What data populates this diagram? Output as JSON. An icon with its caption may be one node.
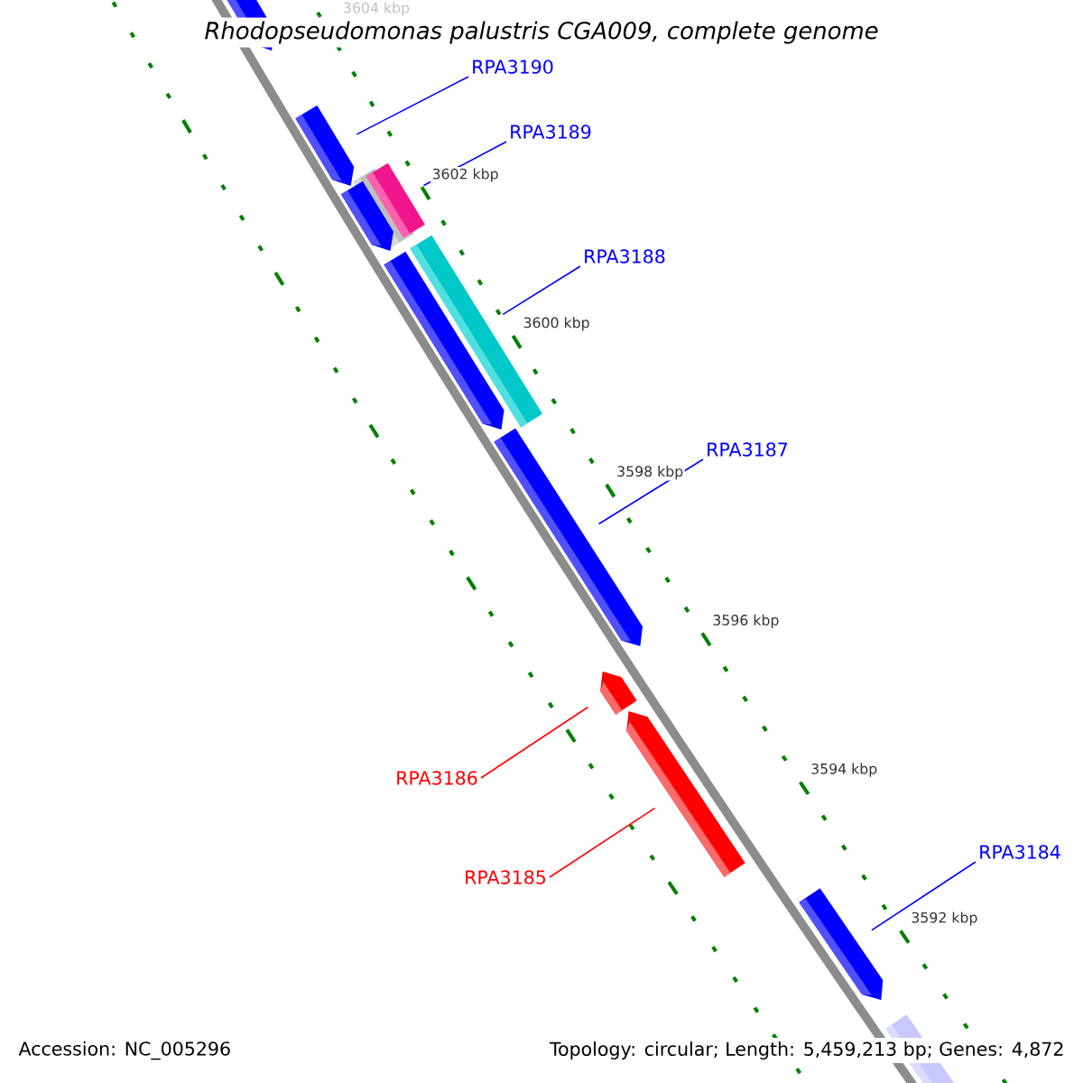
{
  "diagram": {
    "title": "Rhodopseudomonas palustris CGA009, complete genome",
    "nodes": [
      {
        "text": [
          "RPA3190"
        ]
      },
      {
        "text": [
          "RPA3189"
        ]
      },
      {
        "text": [
          "RPA3188"
        ]
      },
      {
        "text": [
          "RPA3187"
        ]
      },
      {
        "text": [
          "RPA3186"
        ]
      },
      {
        "text": [
          "RPA3184"
        ]
      },
      {
        "text": [
          "RPA3185"
        ]
      },
      {
        "text": [],
        "shape": "pentagon"
      },
      {
        "text": [],
        "shape": "pentagon"
      },
      {
        "text": [],
        "shape": "bar"
      },
      {
        "text": [],
        "shape": "bar"
      },
      {
        "text": [],
        "shape": "pentagon"
      },
      {
        "text": [],
        "shape": "bar"
      },
      {
        "text": [],
        "shape": "pentagon"
      },
      {
        "text": [],
        "shape": "pentagon"
      },
      {
        "text": [],
        "shape": "pentagon"
      },
      {
        "text": [],
        "shape": "pentagon"
      },
      {
        "text": [],
        "shape": "pentagon"
      },
      {
        "text": [],
        "shape": "pentagon"
      }
    ],
    "edges": [
      {
        "from": 0,
        "to": 8,
        "arrow": "none"
      },
      {
        "from": 1,
        "to": 9,
        "arrow": "none"
      },
      {
        "from": 2,
        "to": 12,
        "arrow": "none"
      },
      {
        "from": 3,
        "to": 14,
        "arrow": "none"
      },
      {
        "from": 4,
        "to": 15,
        "arrow": "none",
        "color": "#ff0000"
      },
      {
        "from": 5,
        "to": 17,
        "arrow": "none"
      },
      {
        "from": 6,
        "to": 16,
        "arrow": "none",
        "color": "#ff0000"
      }
    ],
    "labels": [
      "3604 kbp",
      "3602 kbp",
      "3600 kbp",
      "3598 kbp",
      "3596 kbp",
      "3594 kbp",
      "3592 kbp",
      "Accession: NC_005296",
      "Topology: circular; Length: 5,459,213 bp; Genes: 4,872"
    ]
  }
}
